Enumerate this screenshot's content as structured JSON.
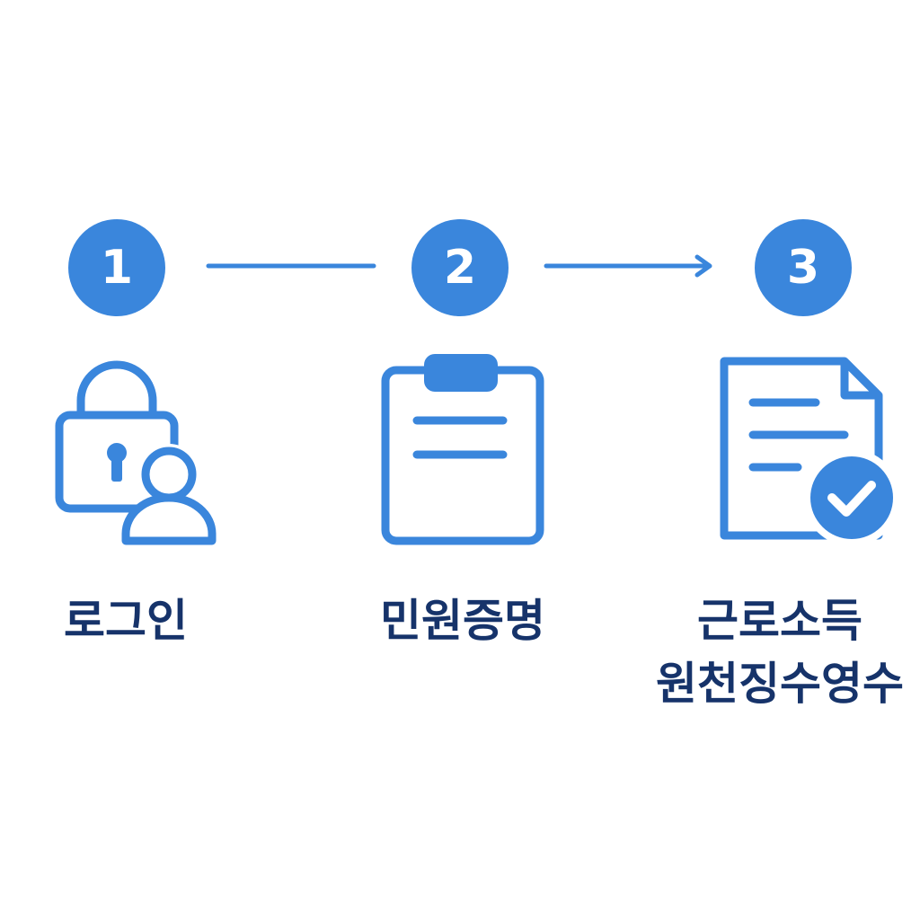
{
  "colors": {
    "accent": "#3a86dc",
    "text": "#16336a",
    "background": "#ffffff"
  },
  "steps": [
    {
      "number": "1",
      "icon": "lock-user-icon",
      "label": "로그인"
    },
    {
      "number": "2",
      "icon": "clipboard-icon",
      "label": "민원증명"
    },
    {
      "number": "3",
      "icon": "document-check-icon",
      "label_lines": [
        "근로소득",
        "원천징수영수"
      ]
    }
  ]
}
